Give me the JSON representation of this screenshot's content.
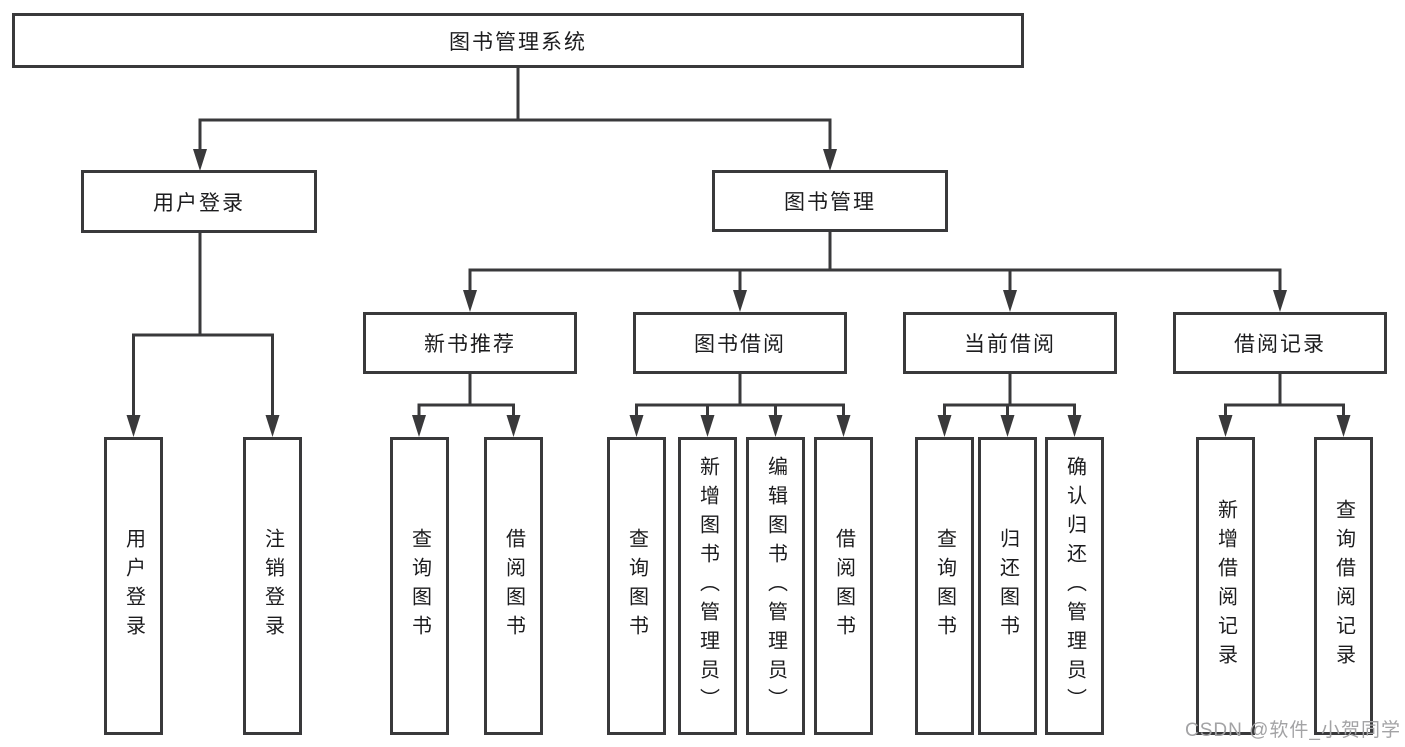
{
  "tree": {
    "root": {
      "label": "图书管理系统"
    },
    "level2": [
      {
        "label": "用户登录"
      },
      {
        "label": "图书管理"
      }
    ],
    "level3": [
      {
        "label": "新书推荐",
        "parent": "图书管理"
      },
      {
        "label": "图书借阅",
        "parent": "图书管理"
      },
      {
        "label": "当前借阅",
        "parent": "图书管理"
      },
      {
        "label": "借阅记录",
        "parent": "图书管理"
      }
    ],
    "leaves": [
      {
        "label": "用户登录",
        "parent": "用户登录"
      },
      {
        "label": "注销登录",
        "parent": "用户登录"
      },
      {
        "label": "查询图书",
        "parent": "新书推荐"
      },
      {
        "label": "借阅图书",
        "parent": "新书推荐"
      },
      {
        "label": "查询图书",
        "parent": "图书借阅"
      },
      {
        "label": "新增图书（管理员）",
        "parent": "图书借阅"
      },
      {
        "label": "编辑图书（管理员）",
        "parent": "图书借阅"
      },
      {
        "label": "借阅图书",
        "parent": "图书借阅"
      },
      {
        "label": "查询图书",
        "parent": "当前借阅"
      },
      {
        "label": "归还图书",
        "parent": "当前借阅"
      },
      {
        "label": "确认归还（管理员）",
        "parent": "当前借阅"
      },
      {
        "label": "新增借阅记录",
        "parent": "借阅记录"
      },
      {
        "label": "查询借阅记录",
        "parent": "借阅记录"
      }
    ]
  },
  "watermark": {
    "text": "CSDN @软件_小贺同学"
  },
  "colors": {
    "line": "#39393b",
    "text": "#1c1c1e",
    "background": "#ffffff",
    "watermark": "#a3a3a5"
  }
}
